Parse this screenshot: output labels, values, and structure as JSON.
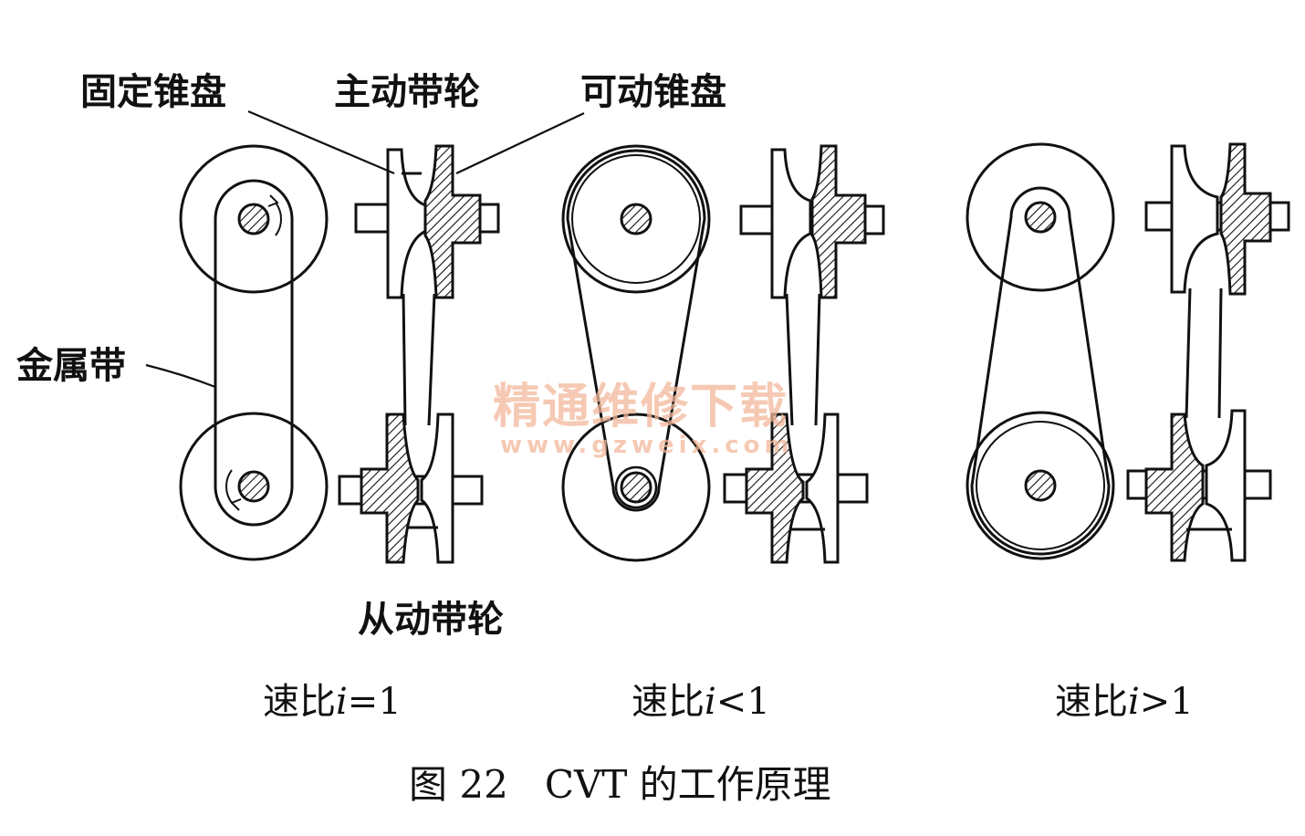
{
  "labels": {
    "fixed_cone": "固定锥盘",
    "drive_pulley": "主动带轮",
    "movable_cone": "可动锥盘",
    "metal_belt": "金属带",
    "driven_pulley": "从动带轮"
  },
  "ratio_captions": [
    {
      "prefix": "速比",
      "var": "i",
      "rel": "=1"
    },
    {
      "prefix": "速比",
      "var": "i",
      "rel": "<1"
    },
    {
      "prefix": "速比",
      "var": "i",
      "rel": ">1"
    }
  ],
  "figure_caption": "图 22   CVT 的工作原理",
  "watermark": {
    "title": "精通维修下载",
    "url": "www.gzweix.com",
    "color": "#f2b79a"
  },
  "colors": {
    "ink": "#111111",
    "paper": "#ffffff"
  }
}
